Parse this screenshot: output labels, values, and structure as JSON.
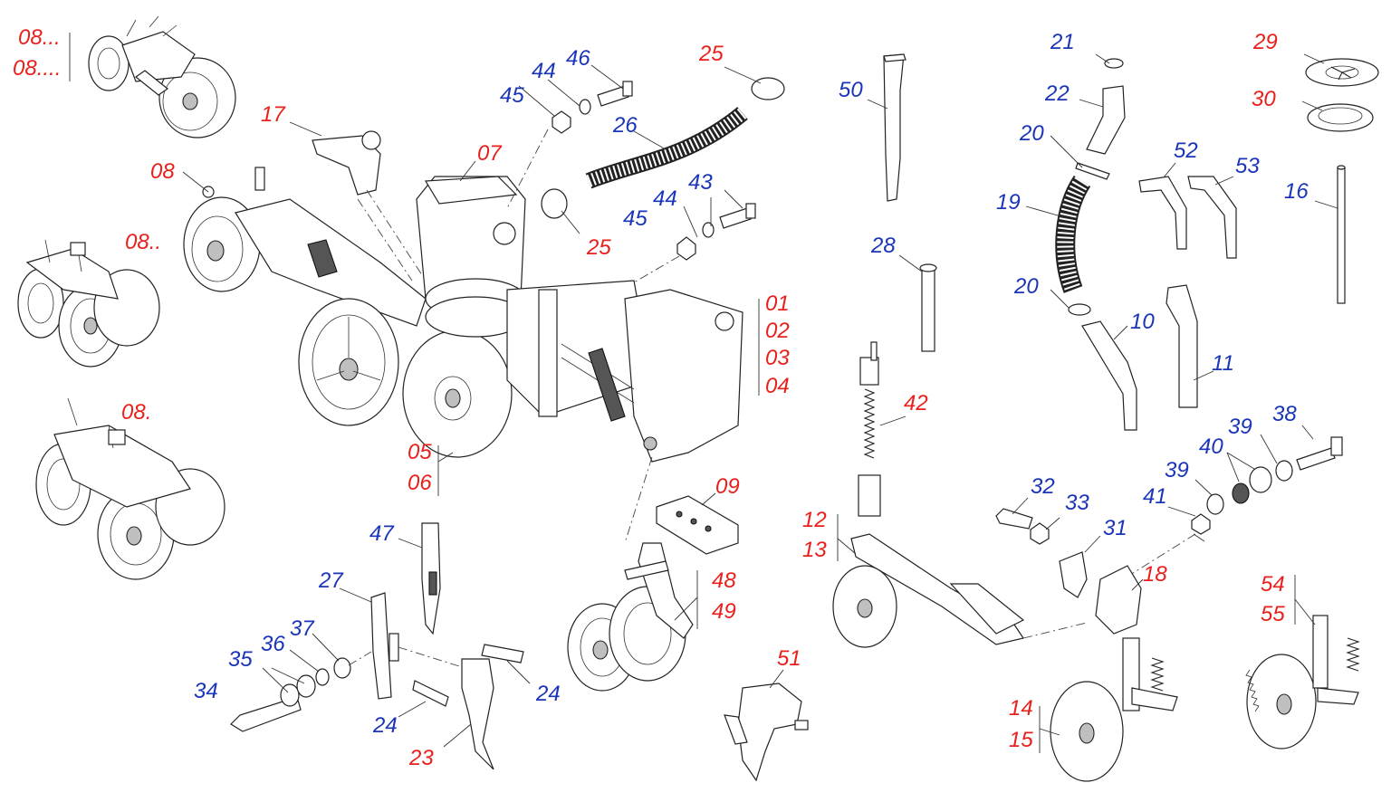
{
  "diagram": {
    "colors": {
      "assembly_label": "#e8211d",
      "part_label": "#1a35b8",
      "line": "#222222"
    },
    "labels": {
      "l08a": "08...",
      "l08b": "08....",
      "l17": "17",
      "l08": "08",
      "l08dd": "08..",
      "l08d": "08.",
      "l45a": "45",
      "l44a": "44",
      "l46": "46",
      "l25a": "25",
      "l26": "26",
      "l07": "07",
      "l43": "43",
      "l44b": "44",
      "l45b": "45",
      "l25b": "25",
      "l01": "01",
      "l02": "02",
      "l03": "03",
      "l04": "04",
      "l05": "05",
      "l06": "06",
      "l50": "50",
      "l28": "28",
      "l42": "42",
      "l12": "12",
      "l13": "13",
      "l21": "21",
      "l22": "22",
      "l20a": "20",
      "l19": "19",
      "l20b": "20",
      "l10": "10",
      "l52": "52",
      "l53": "53",
      "l11": "11",
      "l29": "29",
      "l30": "30",
      "l16": "16",
      "l38": "38",
      "l39a": "39",
      "l40": "40",
      "l39b": "39",
      "l41": "41",
      "l32": "32",
      "l33": "33",
      "l31": "31",
      "l18": "18",
      "l09": "09",
      "l48": "48",
      "l49": "49",
      "l47": "47",
      "l27": "27",
      "l37": "37",
      "l36": "36",
      "l35": "35",
      "l34": "34",
      "l24a": "24",
      "l24b": "24",
      "l23": "23",
      "l51": "51",
      "l14": "14",
      "l15": "15",
      "l54": "54",
      "l55": "55"
    }
  }
}
